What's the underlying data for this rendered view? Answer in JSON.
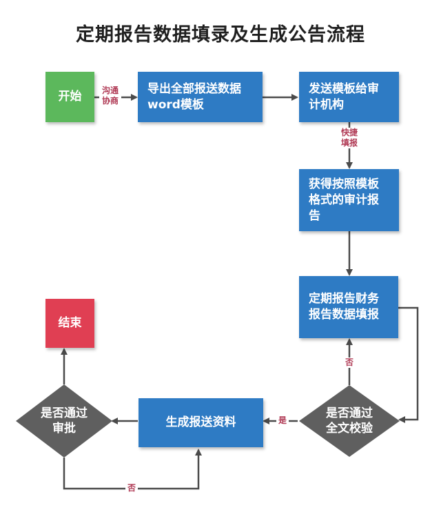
{
  "title": "定期报告数据填录及生成公告流程",
  "nodes": {
    "start": "开始",
    "export": "导出全部报送数据\nword模板",
    "send": "发送模板给审\n计机构",
    "receive": "获得按照模板\n格式的审计报\n告",
    "fill": "定期报告财务\n报告数据填报",
    "check_full": "是否通过\n全文校验",
    "generate": "生成报送资料",
    "check_approval": "是否通过\n审批",
    "end": "结束"
  },
  "edges": {
    "communicate": "沟通\n协商",
    "quick_fill": "快捷\n填报",
    "no_full": "否",
    "yes_full": "是",
    "no_approval": "否"
  },
  "colors": {
    "start": "#5cb85c",
    "process": "#2e7bc4",
    "end": "#e03f53",
    "decision": "#5f5f5f",
    "arrow": "#4a4a4a",
    "edge_label": "#b03a55"
  }
}
